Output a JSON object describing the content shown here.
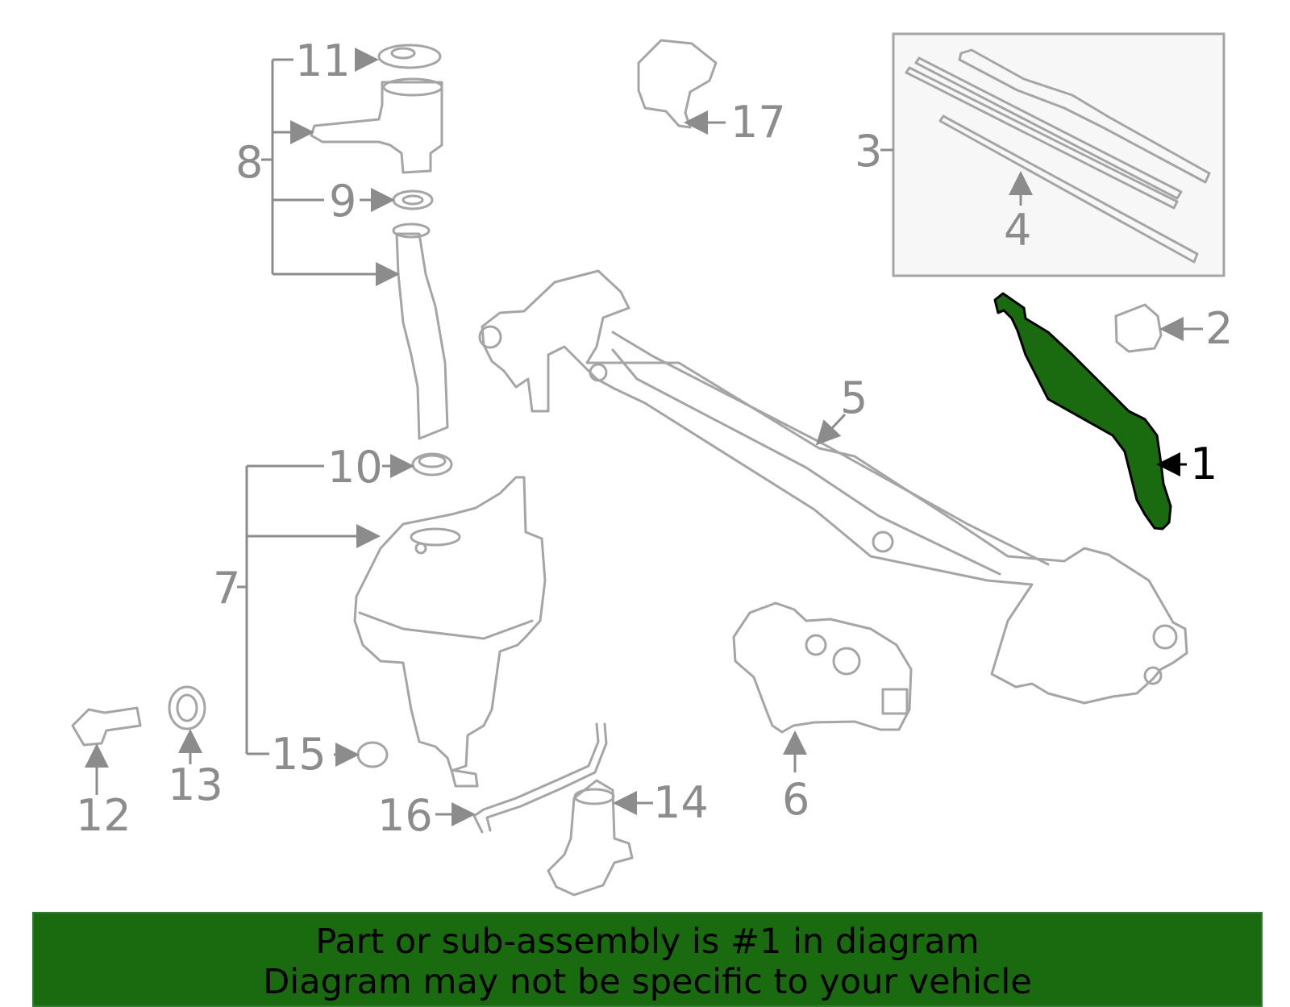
{
  "diagram": {
    "callouts": [
      {
        "number": "1",
        "highlighted": true
      },
      {
        "number": "2",
        "highlighted": false
      },
      {
        "number": "3",
        "highlighted": false
      },
      {
        "number": "4",
        "highlighted": false
      },
      {
        "number": "5",
        "highlighted": false
      },
      {
        "number": "6",
        "highlighted": false
      },
      {
        "number": "7",
        "highlighted": false
      },
      {
        "number": "8",
        "highlighted": false
      },
      {
        "number": "9",
        "highlighted": false
      },
      {
        "number": "10",
        "highlighted": false
      },
      {
        "number": "11",
        "highlighted": false
      },
      {
        "number": "12",
        "highlighted": false
      },
      {
        "number": "13",
        "highlighted": false
      },
      {
        "number": "14",
        "highlighted": false
      },
      {
        "number": "15",
        "highlighted": false
      },
      {
        "number": "16",
        "highlighted": false
      },
      {
        "number": "17",
        "highlighted": false
      }
    ],
    "colors": {
      "highlight_fill": "#1a6a0f",
      "part_stroke": "#a5a5a5",
      "callout_text": "#8c8c8c",
      "highlight_text": "#000000",
      "banner_background": "#1a6a0f"
    }
  },
  "banner": {
    "line1": "Part or sub-assembly is #1 in diagram",
    "line2": "Diagram may not be specific to your vehicle"
  }
}
